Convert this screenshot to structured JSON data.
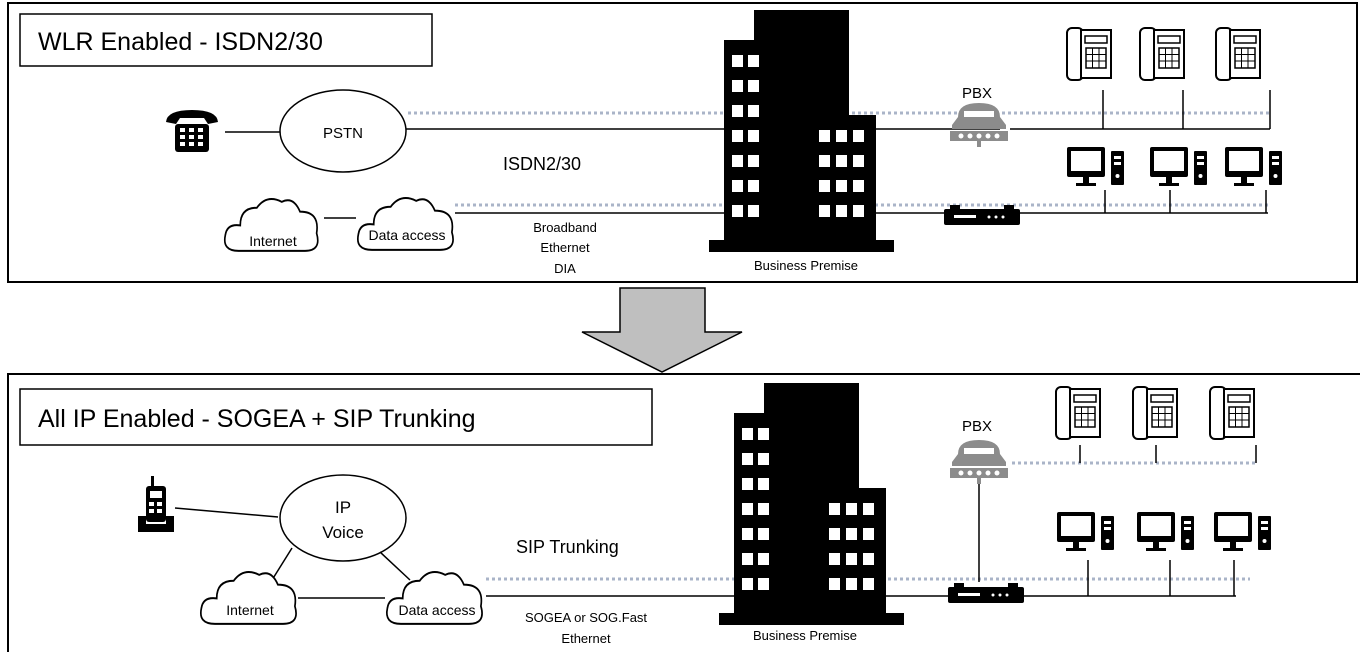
{
  "top_panel": {
    "title": "WLR Enabled - ISDN2/30",
    "cloud_pstn": "PSTN",
    "cloud_internet": "Internet",
    "cloud_data_access": "Data access",
    "link_label": "ISDN2/30",
    "broadband_lines": [
      "Broadband",
      "Ethernet",
      "DIA"
    ],
    "pbx_label": "PBX",
    "building_label": "Business Premise"
  },
  "bottom_panel": {
    "title": "All IP Enabled - SOGEA + SIP Trunking",
    "cloud_ip_voice": [
      "IP",
      "Voice"
    ],
    "cloud_internet": "Internet",
    "cloud_data_access": "Data access",
    "link_label": "SIP Trunking",
    "access_lines": [
      "SOGEA or SOG.Fast",
      "Ethernet"
    ],
    "pbx_label": "PBX",
    "building_label": "Business Premise"
  },
  "colors": {
    "border": "#000000",
    "dotted_link": "#aab4c8",
    "pbx_gray": "#8c8c8c",
    "arrow_fill": "#bfbfbf"
  }
}
